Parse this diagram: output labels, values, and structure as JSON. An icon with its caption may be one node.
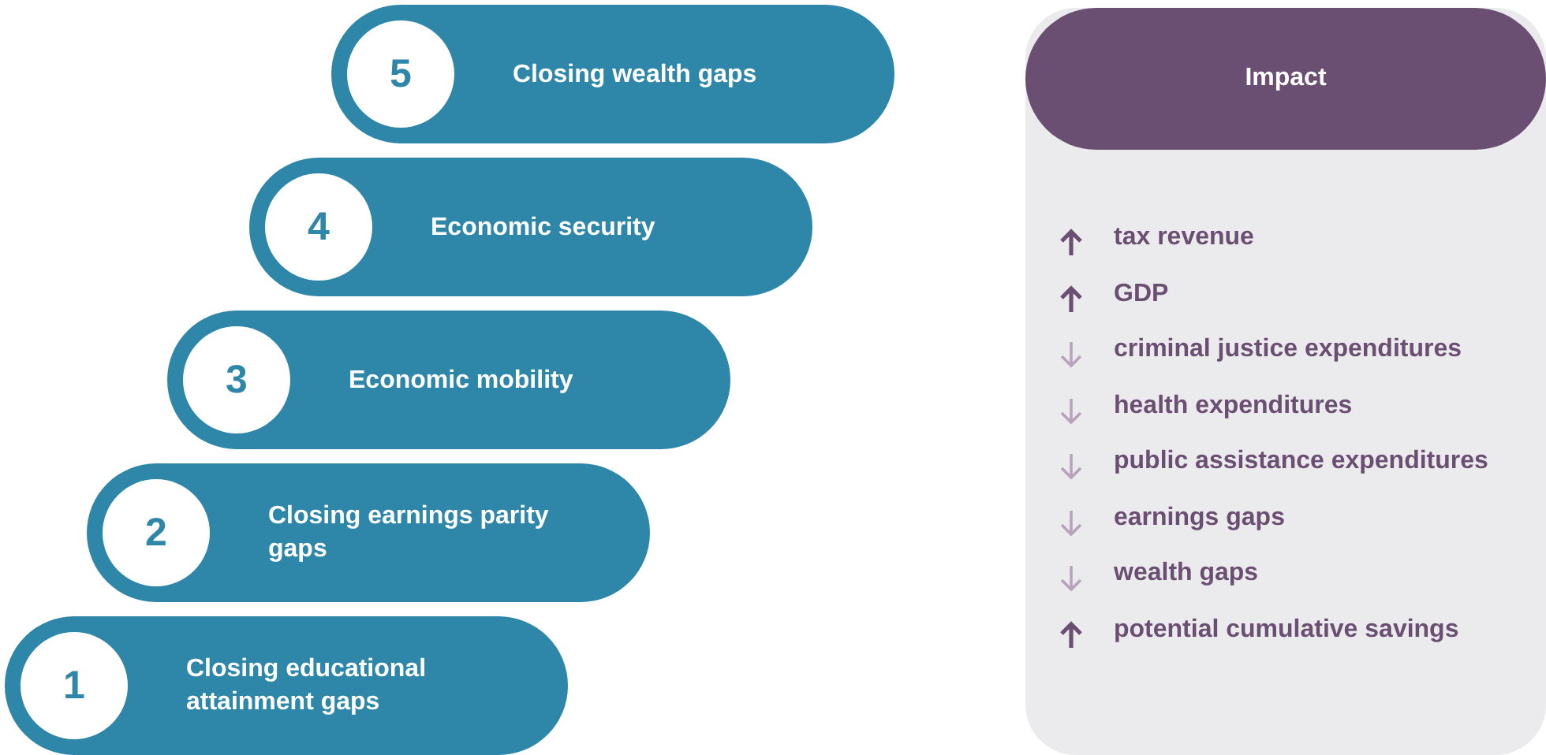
{
  "diagram": {
    "nodes": [
      {
        "text": [
          "5",
          "Closing wealth gaps"
        ]
      },
      {
        "text": [
          "4",
          "Economic security"
        ]
      },
      {
        "text": [
          "3",
          "Economic mobility"
        ]
      },
      {
        "text": [
          "2",
          "Closing earnings parity gaps"
        ]
      },
      {
        "text": [
          "1",
          "Closing educational attainment gaps"
        ]
      },
      {
        "text": [
          "Impact"
        ]
      }
    ],
    "edges": [],
    "labels": [
      "tax revenue",
      "GDP",
      "criminal justice expenditures",
      "health expenditures",
      "public assistance expenditures",
      "earnings gaps",
      "wealth gaps",
      "potential cumulative savings"
    ]
  }
}
